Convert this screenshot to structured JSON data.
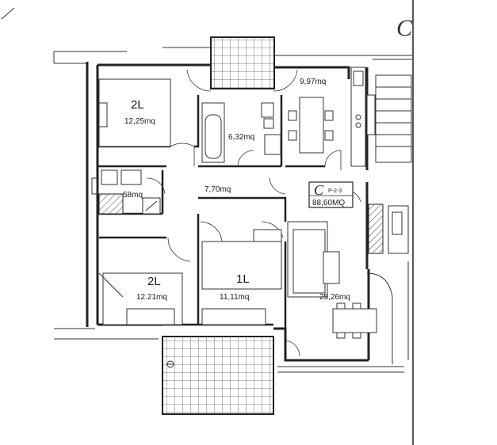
{
  "plan": {
    "corner_mark": "C",
    "unit": {
      "code": "C",
      "sub": "P-2-3",
      "area": "88,60MQ"
    },
    "rooms": [
      {
        "id": "bedroom-top",
        "code": "2L",
        "area": "12,25mq"
      },
      {
        "id": "bathroom",
        "code": "",
        "area": "6,32mq"
      },
      {
        "id": "kitchen",
        "code": "",
        "area": "9,97mq"
      },
      {
        "id": "hallway",
        "code": "",
        "area": "7,70mq"
      },
      {
        "id": "laundry",
        "code": "",
        "area": "58mq"
      },
      {
        "id": "bedroom-bottom-left",
        "code": "2L",
        "area": "12.21mq"
      },
      {
        "id": "bedroom-bottom-middle",
        "code": "1L",
        "area": "11,11mq"
      },
      {
        "id": "living-room",
        "code": "",
        "area": "25,26mq"
      }
    ]
  }
}
